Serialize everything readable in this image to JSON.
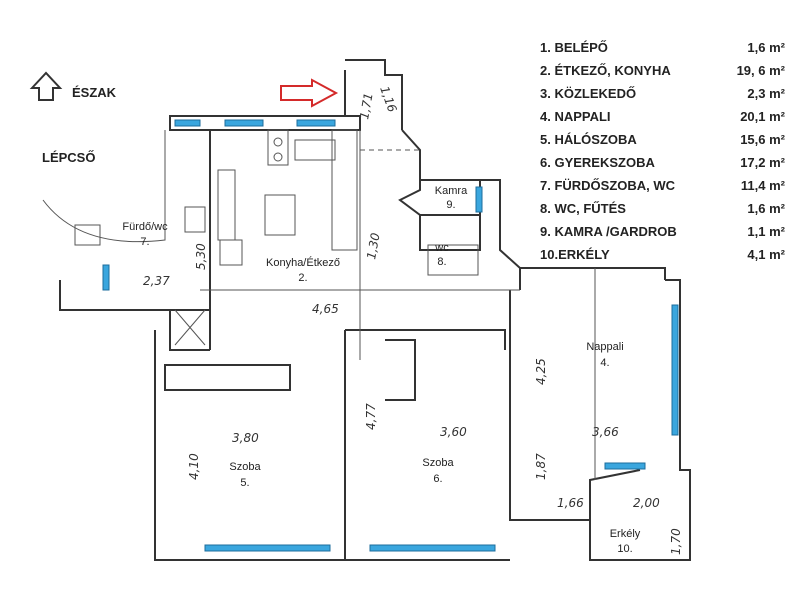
{
  "compass": {
    "label": "ÉSZAK"
  },
  "stair": {
    "label": "LÉPCSŐ"
  },
  "rooms": [
    {
      "name": "Fürdő/wc",
      "number": "7."
    },
    {
      "name": "Konyha/Étkező",
      "number": "2."
    },
    {
      "name": "Kamra",
      "number": "9."
    },
    {
      "name": "wc",
      "number": "8."
    },
    {
      "name": "Nappali",
      "number": "4."
    },
    {
      "name": "Szoba",
      "number": "5."
    },
    {
      "name": "Szoba",
      "number": "6."
    },
    {
      "name": "Erkély",
      "number": "10."
    }
  ],
  "dimensions": [
    "1,16",
    "1,71",
    "2,37",
    "5,30",
    "1,30",
    "4,65",
    "4,77",
    "4,25",
    "3,80",
    "3,60",
    "3,66",
    "4,10",
    "1,87",
    "1,66",
    "2,00",
    "1,70"
  ],
  "legend": [
    {
      "item": "1.  BELÉPŐ",
      "area": "1,6 m²"
    },
    {
      "item": "2.  ÉTKEZŐ, KONYHA",
      "area": "19, 6 m²"
    },
    {
      "item": "3.  KÖZLEKEDŐ",
      "area": "2,3 m²"
    },
    {
      "item": "4.  NAPPALI",
      "area": "20,1 m²"
    },
    {
      "item": "5.  HÁLÓSZOBA",
      "area": "15,6 m²"
    },
    {
      "item": "6.  GYEREKSZOBA",
      "area": "17,2 m²"
    },
    {
      "item": "7.  FÜRDŐSZOBA, WC",
      "area": "11,4 m²"
    },
    {
      "item": "8.  WC, FŰTÉS",
      "area": "1,6 m²"
    },
    {
      "item": "9.  KAMRA /GARDROB",
      "area": "1,1 m²"
    },
    {
      "item": "10.ERKÉLY",
      "area": "4,1 m²"
    }
  ],
  "colors": {
    "window": "#3aa6de",
    "arrow": "#d42a2a",
    "wall": "#333333"
  }
}
